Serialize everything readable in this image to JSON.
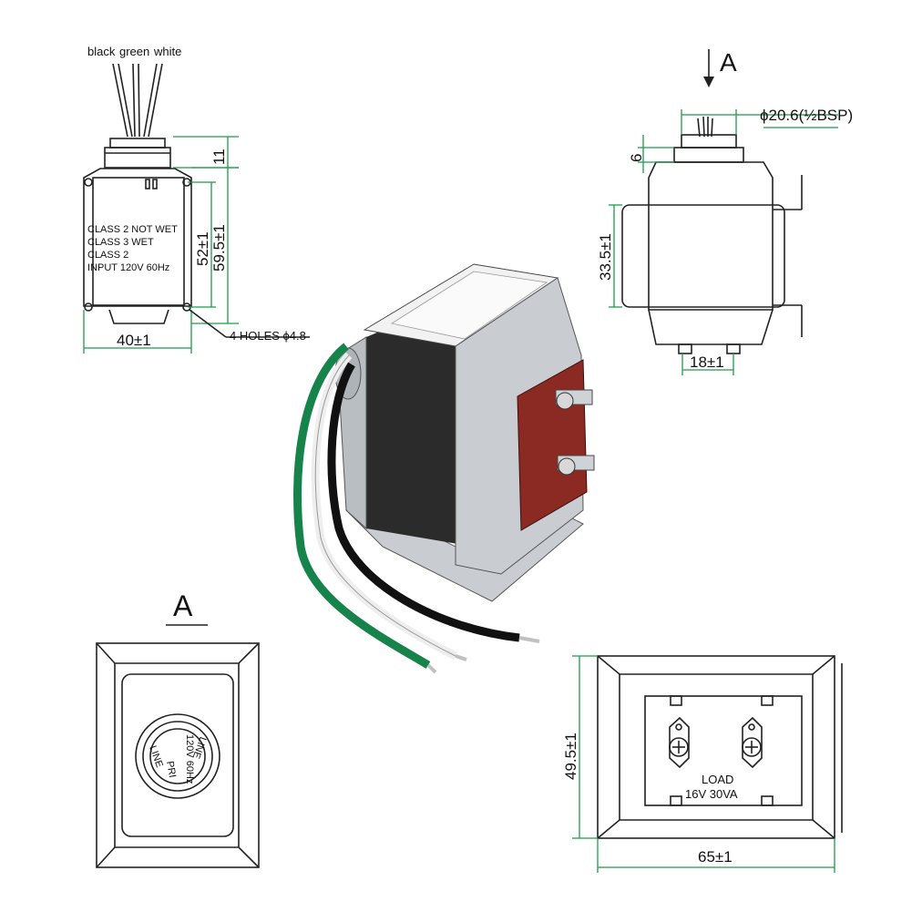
{
  "wires": {
    "black": "black",
    "green": "green",
    "white": "white"
  },
  "front": {
    "label_lines": [
      "CLASS 2 NOT WET",
      "CLASS 3 WET",
      "CLASS 2",
      "INPUT 120V 60Hz"
    ],
    "dim_top": "11",
    "dim_inner": "52±1",
    "dim_outer": "59.5±1",
    "dim_width": "40±1",
    "holes": "4 HOLES ϕ4.8"
  },
  "side": {
    "view_letter": "A",
    "dim_dia": "ϕ20.6(½BSP)",
    "dim_neck": "6",
    "dim_height": "33.5±1",
    "dim_mount": "18±1"
  },
  "bottom_left": {
    "view_letter": "A",
    "circle_text": [
      "LINE",
      "PRI",
      "120V 60Hz",
      "LINE"
    ]
  },
  "bottom_right": {
    "load_line1": "LOAD",
    "load_line2": "16V 30VA",
    "dim_height": "49.5±1",
    "dim_width": "65±1"
  },
  "colors": {
    "dim_green": "#1f9a4a",
    "coil_red": "#8b2a22",
    "metal": "#c9cdd2"
  }
}
